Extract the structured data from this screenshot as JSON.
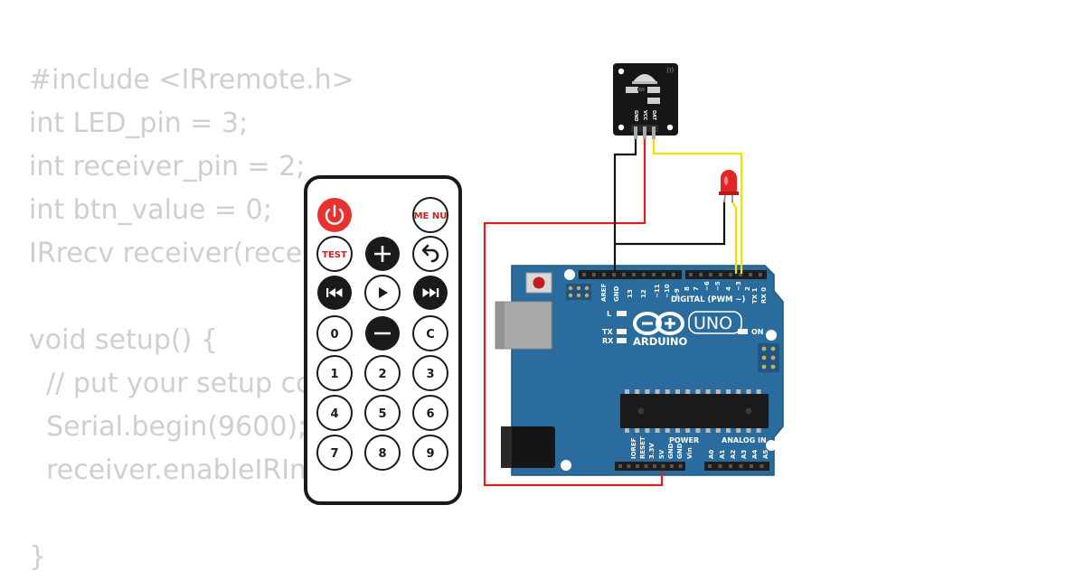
{
  "code_lines": [
    "#include <IRremote.h>",
    "int LED_pin = 3;",
    "int receiver_pin = 2;",
    "int btn_value = 0;",
    "IRrecv receiver(recei",
    "",
    "void setup() {",
    "  // put your setup co",
    "  Serial.begin(9600);",
    "  receiver.enableIRIn",
    "",
    "}"
  ],
  "remote": {
    "menu_label": "ME NU",
    "test_label": "TEST",
    "c_label": "C",
    "digits": [
      "0",
      "1",
      "2",
      "3",
      "4",
      "5",
      "6",
      "7",
      "8",
      "9"
    ]
  },
  "ir_module": {
    "pin_labels": [
      "GND",
      "VCC",
      "DAT"
    ]
  },
  "arduino": {
    "logo": "ARDUINO",
    "model": "UNO",
    "digital_label": "DIGITAL (PWM ~)",
    "top_header_labels": [
      "AREF",
      "GND",
      "13",
      "12",
      "~11",
      "~10",
      "~9",
      "8"
    ],
    "top_header_labels_right": [
      "7",
      "~6",
      "~5",
      "4",
      "~3",
      "2",
      "TX 1",
      "RX 0"
    ],
    "led_l": "L",
    "led_tx": "TX",
    "led_rx": "RX",
    "led_on": "ON",
    "power_label": "POWER",
    "analog_label": "ANALOG IN",
    "power_pins": [
      "IOREF",
      "RESET",
      "3.3V",
      "5V",
      "GND",
      "GND",
      "Vin"
    ],
    "analog_pins": [
      "A0",
      "A1",
      "A2",
      "A3",
      "A4",
      "A5"
    ]
  },
  "colors": {
    "board": "#2b6c9e",
    "board_dark": "#1f5680",
    "wire_red": "#e02020",
    "wire_black": "#111111",
    "wire_yellow": "#f2e200",
    "led": "#e02626",
    "power_button": "#e8322d"
  }
}
